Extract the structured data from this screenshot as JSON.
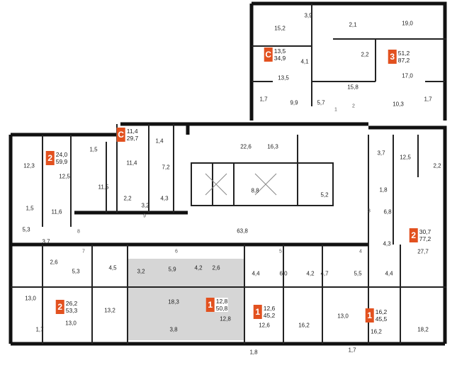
{
  "accent_color": "#e2511f",
  "highlight_color": "#d6d6d6",
  "apartments": [
    {
      "type": "3",
      "living": "51,2",
      "total": "87,2"
    },
    {
      "type": "С",
      "living": "13,5",
      "total": "34,9"
    },
    {
      "type": "2",
      "living": "24,0",
      "total": "59,9"
    },
    {
      "type": "С",
      "living": "11,4",
      "total": "29,7"
    },
    {
      "type": "2",
      "living": "30,7",
      "total": "77,2"
    },
    {
      "type": "2",
      "living": "26,2",
      "total": "53,3"
    },
    {
      "type": "1",
      "living": "12,8",
      "total": "50,8"
    },
    {
      "type": "1",
      "living": "12,6",
      "total": "45,2"
    },
    {
      "type": "1",
      "living": "16,2",
      "total": "45,5"
    }
  ],
  "rooms": [
    "15,2",
    "3,9",
    "2,1",
    "19,0",
    "2,2",
    "4,1",
    "13,5",
    "15,8",
    "17,0",
    "1,7",
    "9,9",
    "5,7",
    "10,3",
    "1,7",
    "12,3",
    "12,5",
    "1,5",
    "11,5",
    "1,4",
    "11,4",
    "7,2",
    "2,2",
    "3,2",
    "4,3",
    "1,5",
    "11,6",
    "5,3",
    "3,7",
    "22,6",
    "16,3",
    "8,8",
    "5,2",
    "63,8",
    "3,7",
    "12,5",
    "2,2",
    "1,8",
    "6,8",
    "4,3",
    "27,7",
    "2,6",
    "5,3",
    "4,5",
    "3,2",
    "5,9",
    "4,2",
    "2,6",
    "4,4",
    "6,0",
    "4,2",
    "4,7",
    "5,5",
    "4,4",
    "13,0",
    "13,0",
    "13,2",
    "18,3",
    "12,8",
    "3,8",
    "1,7",
    "12,6",
    "16,2",
    "13,0",
    "16,2",
    "18,2",
    "1,8",
    "1,7"
  ],
  "doors": [
    "1",
    "2",
    "9",
    "8",
    "3",
    "7",
    "6",
    "5",
    "4"
  ]
}
